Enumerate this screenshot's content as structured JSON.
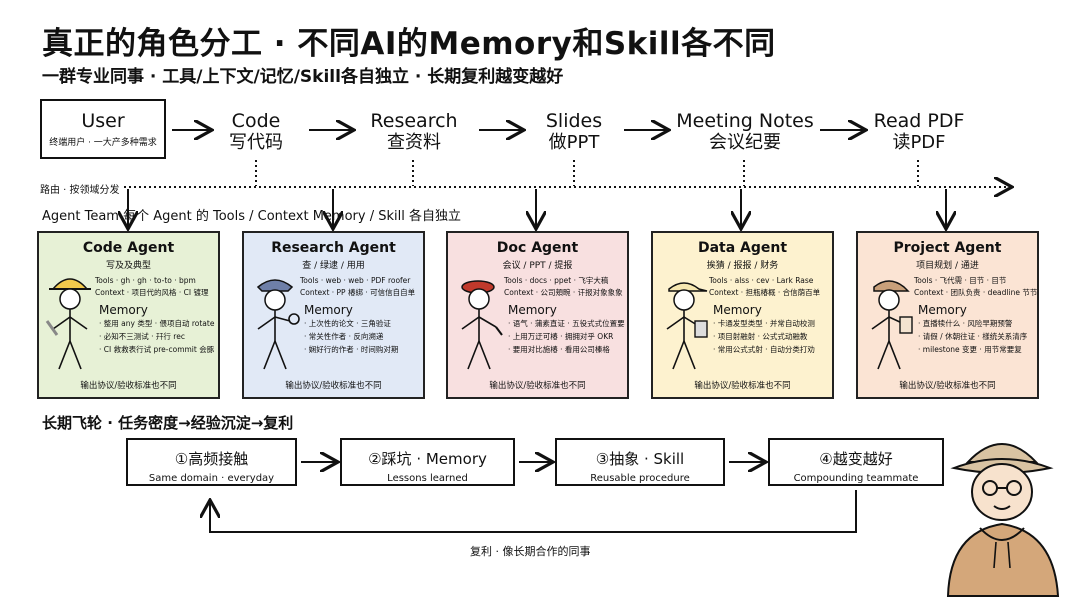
{
  "header": {
    "title": "真正的角色分工 · 不同AI的Memory和Skill各不同",
    "subtitle": "一群专业同事 · 工具/上下文/记忆/Skill各自独立 · 长期复利越变越好"
  },
  "user": {
    "title": "User",
    "subtitle": "终端用户 · 一大产多种需求"
  },
  "stages": [
    {
      "en": "Code",
      "zh": "写代码"
    },
    {
      "en": "Research",
      "zh": "查资料"
    },
    {
      "en": "Slides",
      "zh": "做PPT"
    },
    {
      "en": "Meeting Notes",
      "zh": "会议纪要"
    },
    {
      "en": "Read PDF",
      "zh": "读PDF"
    }
  ],
  "route_label": "路由 · 按领域分发",
  "team_label": "Agent Team   每个 Agent 的 Tools / Context   Memory / Skill 各自独立",
  "agents": [
    {
      "title": "Code Agent",
      "subtitle": "写及及典型",
      "tools": "Tools · gh · gh · to-to · bpm",
      "context": "Context · 项目代的风格 · CI 镀理",
      "memory_title": "Memory",
      "memory": [
        "· 整用 any 类型 · 偎项自动 rotate",
        "· 必知不三测试 · 幵行 rec",
        "· CI 救救表行试 pre-commit 会豚"
      ],
      "footer": "输出协议/验收标准也不同",
      "color": "#e7f1d6"
    },
    {
      "title": "Research Agent",
      "subtitle": "查 / 绿逮 / 用用",
      "tools": "Tools · web · web · PDF roofer",
      "context": "Context · PP 椿綁 · 可信信自自单",
      "memory_title": "Memory",
      "memory": [
        "· 上次性的论文 · 三角验证",
        "· 常关性作者 · 反向溯递",
        "· 娴好行的作者 · 时间购对期"
      ],
      "footer": "输出协议/验收标准也不同",
      "color": "#e1e9f6"
    },
    {
      "title": "Doc Agent",
      "subtitle": "会议 / PPT / 提报",
      "tools": "Tools · docs · ppet · 飞宇大稿",
      "context": "Context · 公司頬畹 · 讦报对象象象",
      "memory_title": "Memory",
      "memory": [
        "· 语气 · 蒲素直证 · 五役式式位置要",
        "· 上用万迂可椿 · 拥拥对乎 OKR",
        "· 要用对比施椿 · 看用公司榛格"
      ],
      "footer": "输出协议/验收标准也不同",
      "color": "#f8e0e0"
    },
    {
      "title": "Data Agent",
      "subtitle": "挨猜 / 报报 / 财务",
      "tools": "Tools · alss · cev · Lark Rase",
      "context": "Context · 担瓶椿概 · 合信荫百单",
      "memory_title": "Memory",
      "memory": [
        "· 卡通发型类型 · 并常自动校测",
        "· 项目射融射 · 公式式动融教",
        "· 常用公式式射 · 自动分类打劝"
      ],
      "footer": "输出协议/验收标准也不同",
      "color": "#fdf2cf"
    },
    {
      "title": "Project Agent",
      "subtitle": "项目规划 / 通进",
      "tools": "Tools · 飞代需 · 目节 · 目节",
      "context": "Context · 团队负责 · deadline 节节",
      "memory_title": "Memory",
      "memory": [
        "· 直播犊什么 · 风险早期预警",
        "· 请假 / 休朝往证 · 樣统关系清序",
        "· milestone 变更 · 用节常要复"
      ],
      "footer": "输出协议/验收标准也不同",
      "color": "#fbe4d4"
    }
  ],
  "flywheel": {
    "label": "长期飞轮 · 任务密度→经验沉淀→复利",
    "steps": [
      {
        "title": "①高频接触",
        "subtitle": "Same domain · everyday"
      },
      {
        "title": "②踩坑 · Memory",
        "subtitle": "Lessons learned"
      },
      {
        "title": "③抽象 · Skill",
        "subtitle": "Reusable procedure"
      },
      {
        "title": "④越变越好",
        "subtitle": "Compounding teammate"
      }
    ],
    "loop_label": "复利 · 像长期合作的同事"
  },
  "icons": [
    "arrow-right-icon",
    "hardhat-figure-icon",
    "police-cap-figure-icon",
    "beret-figure-icon",
    "visor-figure-icon",
    "peaked-cap-figure-icon",
    "bucket-hat-person-icon"
  ]
}
